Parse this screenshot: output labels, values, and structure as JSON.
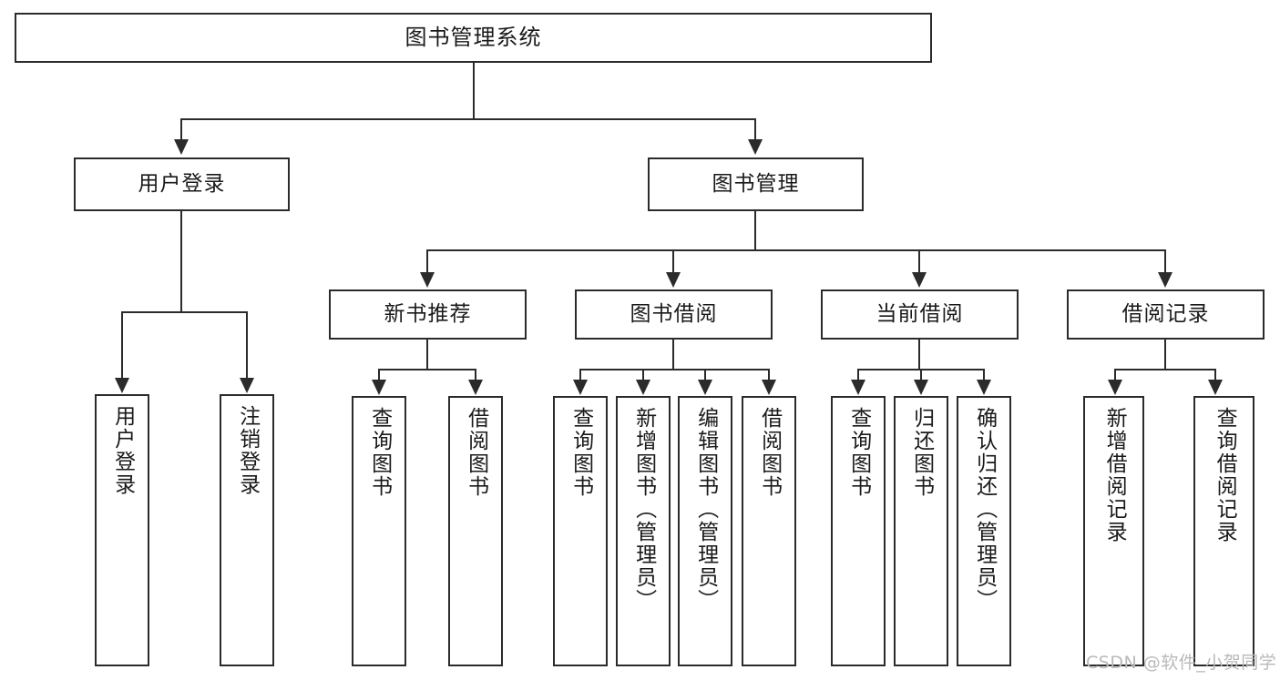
{
  "diagram": {
    "type": "tree-hierarchy-chart",
    "title": "图书管理系统",
    "root": {
      "label": "图书管理系统"
    },
    "level2": [
      {
        "id": "user-login",
        "label": "用户登录"
      },
      {
        "id": "book-management",
        "label": "图书管理"
      }
    ],
    "level3": [
      {
        "id": "new-book-recommend",
        "label": "新书推荐"
      },
      {
        "id": "book-borrow",
        "label": "图书借阅"
      },
      {
        "id": "current-borrow",
        "label": "当前借阅"
      },
      {
        "id": "borrow-record",
        "label": "借阅记录"
      }
    ],
    "leaves": {
      "user_login": [
        {
          "id": "leaf-user-login",
          "label": "用户登录"
        },
        {
          "id": "leaf-logout-login",
          "label": "注销登录"
        }
      ],
      "new_book_recommend": [
        {
          "id": "leaf-query-book-1",
          "label": "查询图书"
        },
        {
          "id": "leaf-borrow-book-1",
          "label": "借阅图书"
        }
      ],
      "book_borrow": [
        {
          "id": "leaf-query-book-2",
          "label": "查询图书"
        },
        {
          "id": "leaf-add-book",
          "label": "新增图书（管理员）"
        },
        {
          "id": "leaf-edit-book",
          "label": "编辑图书（管理员）"
        },
        {
          "id": "leaf-borrow-book-2",
          "label": "借阅图书"
        }
      ],
      "current_borrow": [
        {
          "id": "leaf-query-book-3",
          "label": "查询图书"
        },
        {
          "id": "leaf-return-book",
          "label": "归还图书"
        },
        {
          "id": "leaf-confirm-return",
          "label": "确认归还（管理员）"
        }
      ],
      "borrow_record": [
        {
          "id": "leaf-add-record",
          "label": "新增借阅记录"
        },
        {
          "id": "leaf-query-record",
          "label": "查询借阅记录"
        }
      ]
    },
    "colors": {
      "stroke": "#2b2b2b",
      "fill": "#ffffff",
      "text": "#1a1a1a",
      "watermark": "#b9b9b9"
    }
  },
  "watermark": {
    "text": "CSDN @软件_小贺同学"
  }
}
